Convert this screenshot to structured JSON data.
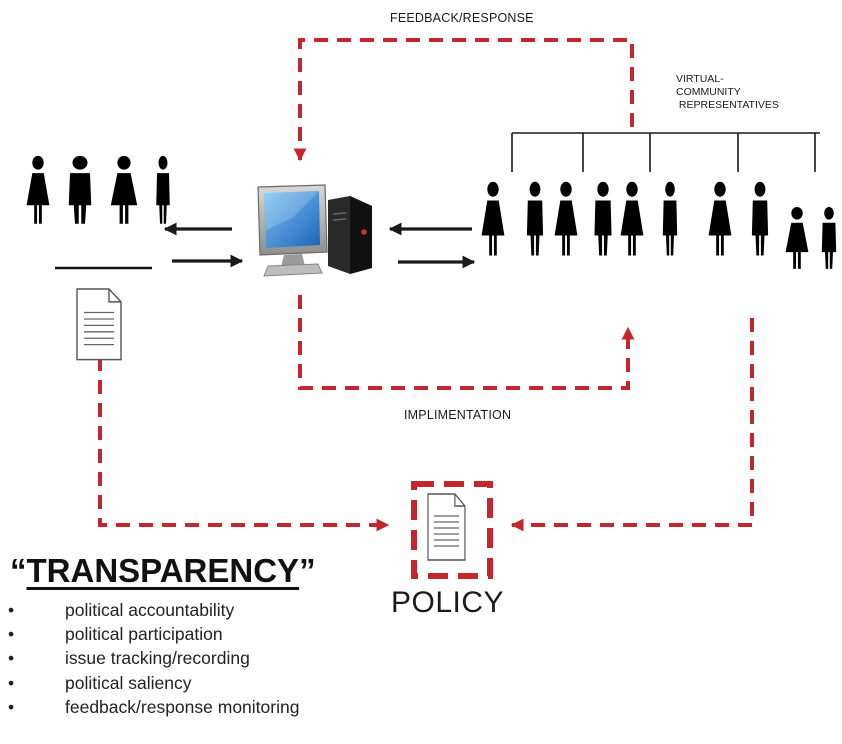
{
  "labels": {
    "feedback": "FEEDBACK/RESPONSE",
    "virtual_line1": "VIRTUAL-",
    "virtual_line2": "COMMUNITY",
    "virtual_line3": " REPRESENTATIVES",
    "implementation": "IMPLIMENTATION",
    "transparency_open": "“",
    "transparency_word": "TRANSPARENCY",
    "transparency_close": "”",
    "policy": "POLICY"
  },
  "bullets": [
    "political accountability",
    "political participation",
    "issue tracking/recording",
    "political saliency",
    "feedback/response monitoring"
  ],
  "bullet_symbol": "•",
  "colors": {
    "dashed_arrow": "#c1272d",
    "solid_arrow": "#1a1a1a",
    "figure": "#000000",
    "monitor_screen": "#3a8fd9",
    "tower": "#1c1c1c"
  },
  "icons": {
    "computer": "computer-icon",
    "document": "document-icon",
    "person_male": "person-male-icon",
    "person_female": "person-female-icon"
  }
}
